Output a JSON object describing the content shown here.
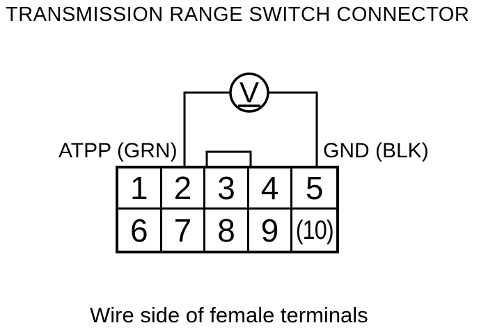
{
  "title": "TRANSMISSION RANGE SWITCH CONNECTOR",
  "meter": {
    "symbol": "V"
  },
  "labels": {
    "left_pin": "ATPP (GRN)",
    "right_pin": "GND (BLK)"
  },
  "connector": {
    "top_row": [
      "1",
      "2",
      "3",
      "4",
      "5"
    ],
    "bottom_row": [
      "6",
      "7",
      "8",
      "9",
      "(10)"
    ]
  },
  "caption": "Wire side of female terminals",
  "colors": {
    "line": "#000000",
    "background": "#ffffff"
  }
}
